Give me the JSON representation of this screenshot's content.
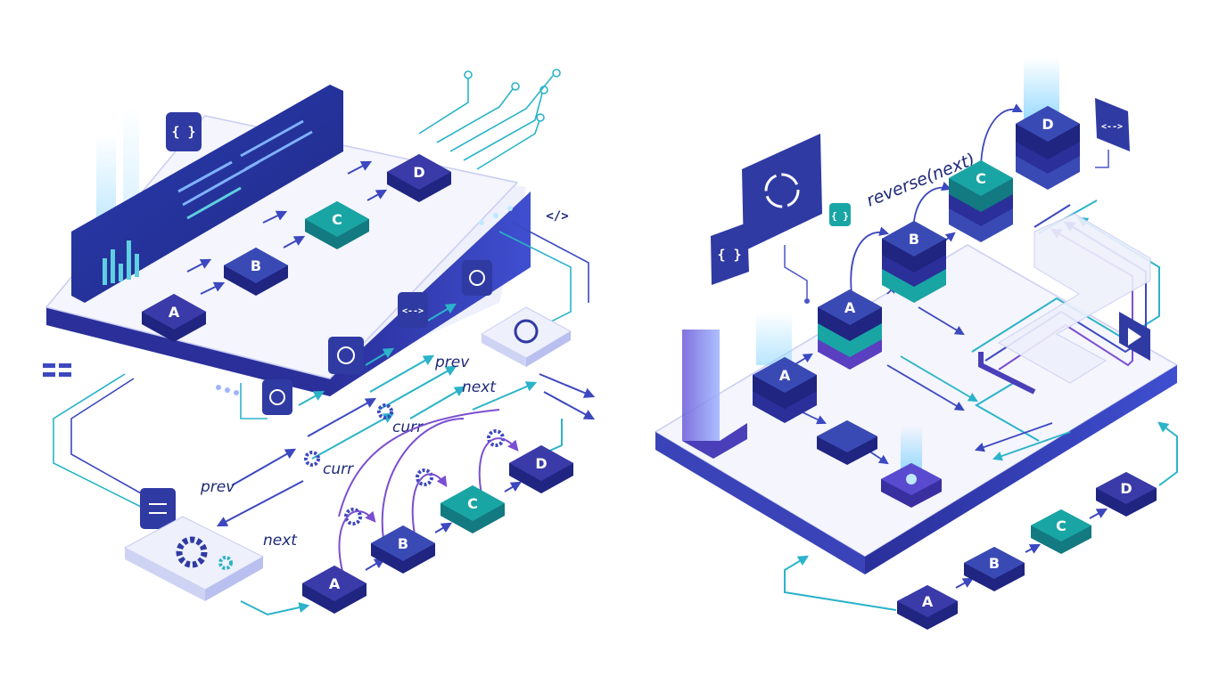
{
  "left": {
    "top_list": [
      {
        "label": "A",
        "color": "#3a3aa8"
      },
      {
        "label": "B",
        "color": "#3a4ab5"
      },
      {
        "label": "C",
        "color": "#1aa5a5"
      },
      {
        "label": "D",
        "color": "#3a3aa8"
      }
    ],
    "bottom_list": [
      {
        "label": "A",
        "color": "#3a3aa8"
      },
      {
        "label": "B",
        "color": "#3a4ab5"
      },
      {
        "label": "C",
        "color": "#1aa5a5"
      },
      {
        "label": "D",
        "color": "#3a3aa8"
      }
    ],
    "labels": {
      "prev_low": "prev",
      "next_low": "next",
      "curr_mid": "curr",
      "curr_mid2": "curr",
      "prev_high": "prev",
      "next_high": "next"
    },
    "icons": {
      "braces": "{ }",
      "code_tag": "</>",
      "arrow_code": "<-->"
    }
  },
  "right": {
    "code_label": "reverse(next)",
    "stack_nodes": [
      {
        "label": "A",
        "color": "#3a4ab5"
      },
      {
        "label": "A",
        "color": "#3a4ab5"
      },
      {
        "label": "B",
        "color": "#3a4ab5"
      },
      {
        "label": "C",
        "color": "#1aa5a5"
      },
      {
        "label": "D",
        "color": "#3a4ab5"
      }
    ],
    "bottom_list": [
      {
        "label": "A",
        "color": "#3a3aa8"
      },
      {
        "label": "B",
        "color": "#3a4ab5"
      },
      {
        "label": "C",
        "color": "#1aa5a5"
      },
      {
        "label": "D",
        "color": "#3a3aa8"
      }
    ],
    "icons": {
      "braces": "{ }",
      "arrow_code": "<-->"
    }
  },
  "colors": {
    "accent": "#2f3aa3",
    "teal": "#1aa5a5",
    "line_teal": "#2bb3c9",
    "line_blue": "#4a55c8",
    "line_purple": "#7b4fd1",
    "platform": "#f3f4fb"
  }
}
